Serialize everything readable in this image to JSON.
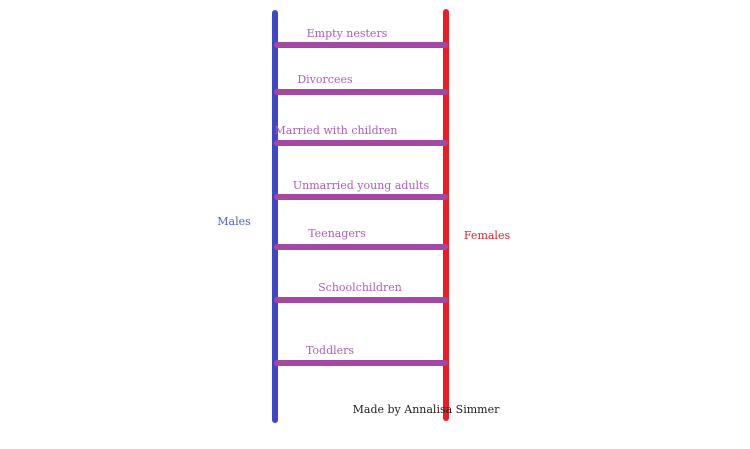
{
  "left_label": "Males",
  "right_label": "Females",
  "rungs": [
    "Empty nesters",
    "Divorcees",
    "Married with children",
    "Unmarried young adults",
    "Teenagers",
    "Schoolchildren",
    "Toddlers"
  ],
  "credit": "Made by Annalisa Simmer",
  "colors": {
    "left_rail": "#3d47c9",
    "right_rail": "#ed1c24",
    "rung": "#a349a4",
    "rung_text": "#b05cbf",
    "males_text": "#4a5fe0",
    "females_text": "#e0202a"
  }
}
